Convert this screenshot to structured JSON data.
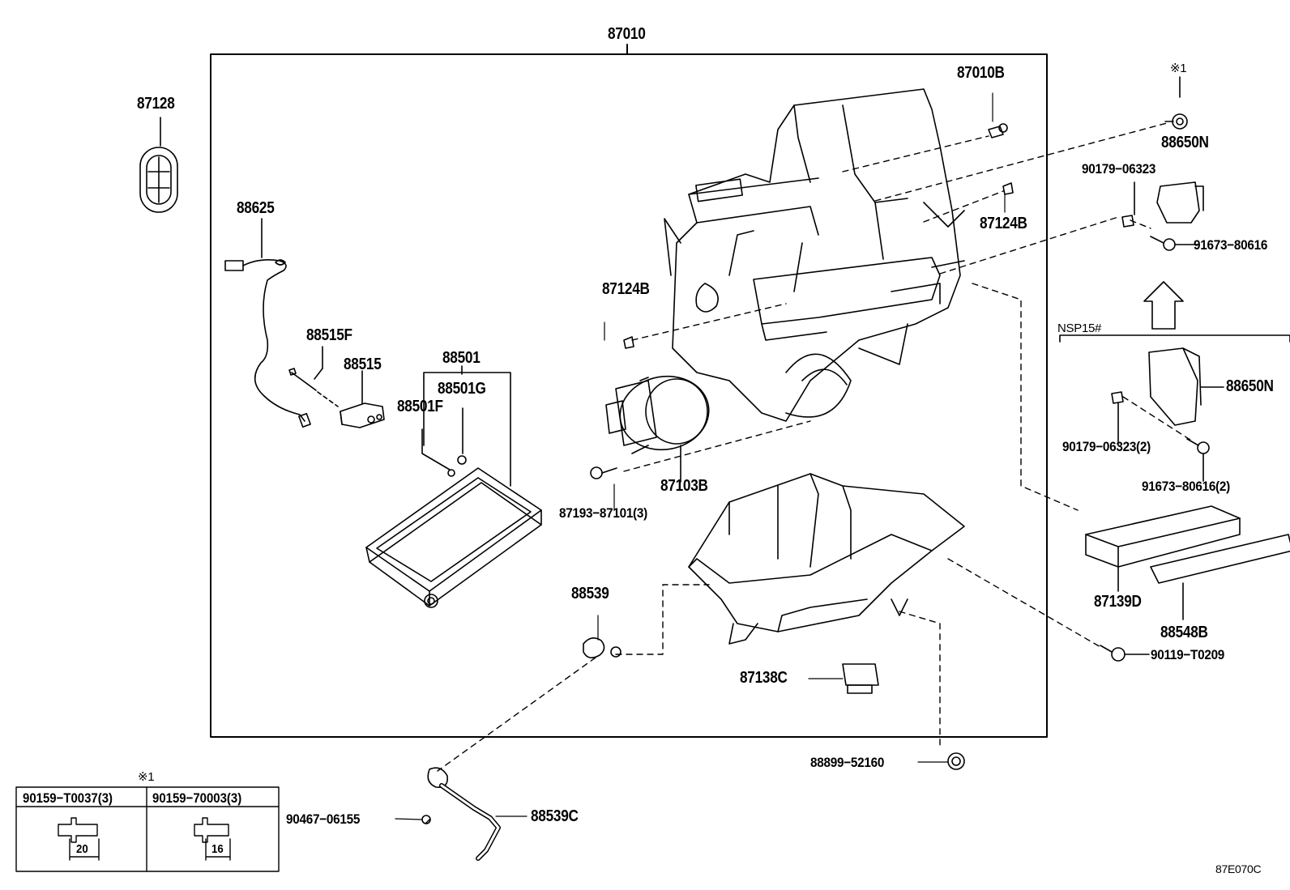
{
  "assembly_label": "87010",
  "parts": {
    "p87128": "87128",
    "p88625": "88625",
    "p88515F": "88515F",
    "p88515": "88515",
    "p88501": "88501",
    "p88501G": "88501G",
    "p88501F": "88501F",
    "p87010B": "87010B",
    "p87124B_a": "87124B",
    "p87124B_b": "87124B",
    "p87103B": "87103B",
    "p87193": "87193−87101(3)",
    "p88539": "88539",
    "p87138C": "87138C",
    "p88899": "88899−52160",
    "p88539C": "88539C",
    "p90467": "90467−06155",
    "p88650N_a": "88650N",
    "p90179_a": "90179−06323",
    "p91673_a": "91673−80616",
    "p88650N_b": "88650N",
    "p90179_b": "90179−06323(2)",
    "p91673_b": "91673−80616(2)",
    "p87139D": "87139D",
    "p88548B": "88548B",
    "p90119": "90119−T0209"
  },
  "notes": {
    "ref_mark_top": "※1",
    "ref_mark_table": "※1",
    "variant": "NSP15#",
    "diagram_code": "87E070C"
  },
  "bolt_table": {
    "col1_part": "90159−T0037(3)",
    "col2_part": "90159−70003(3)",
    "col1_length": "20",
    "col2_length": "16"
  }
}
